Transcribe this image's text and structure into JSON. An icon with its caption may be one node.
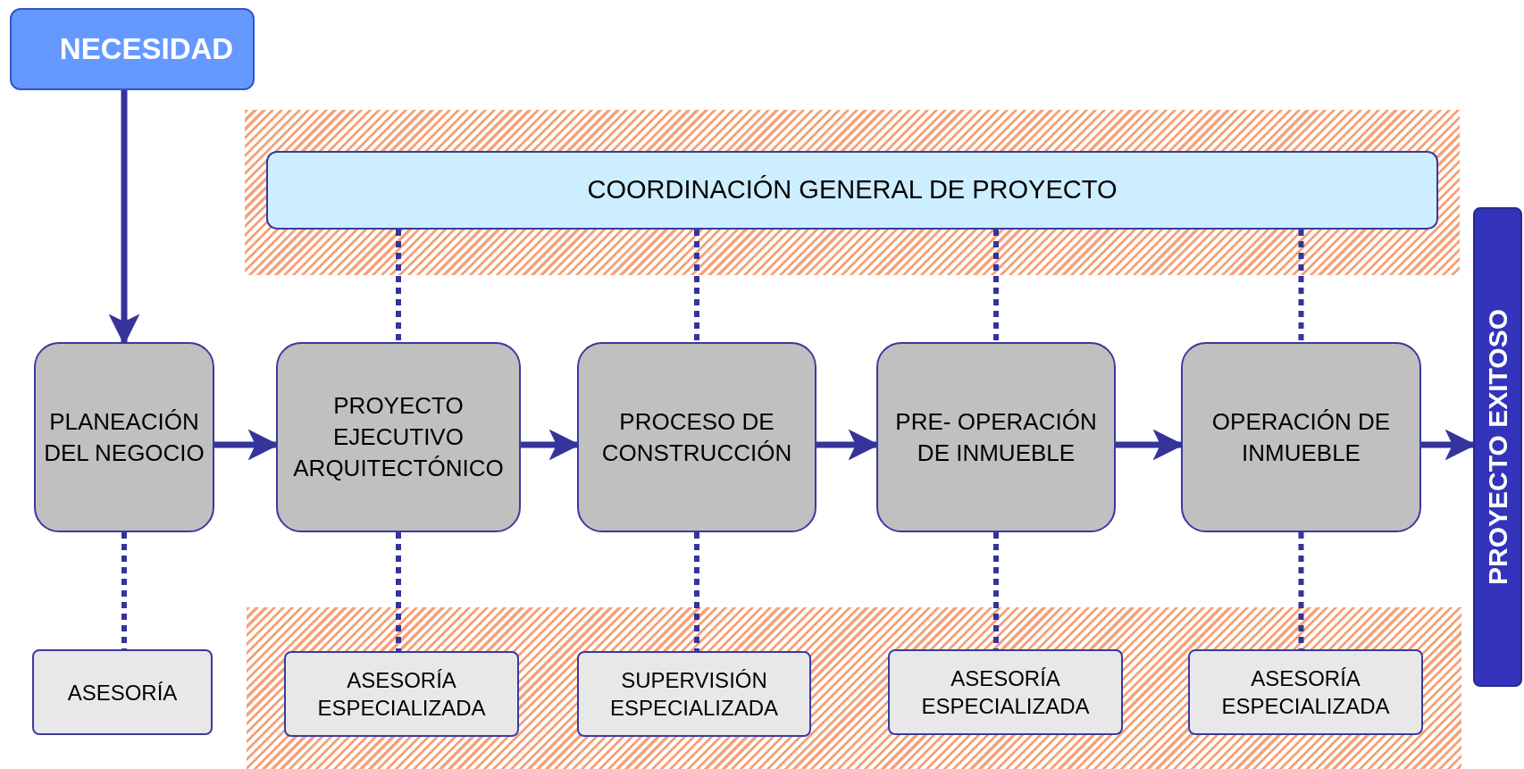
{
  "diagram": {
    "nodes": [
      {
        "text": [
          "NECESIDAD"
        ]
      },
      {
        "text": [
          "COORDINACIÓN GENERAL DE PROYECTO"
        ]
      },
      {
        "text": [
          "PROYECTO EXITOSO"
        ]
      },
      {
        "text": [
          "PLANEACIÓN DEL NEGOCIO"
        ]
      },
      {
        "text": [
          "PROYECTO EJECUTIVO ARQUITECTÓNICO"
        ]
      },
      {
        "text": [
          "PROCESO DE CONSTRUCCIÓN"
        ]
      },
      {
        "text": [
          "PRE- OPERACIÓN DE INMUEBLE"
        ]
      },
      {
        "text": [
          "OPERACIÓN DE INMUEBLE"
        ]
      },
      {
        "text": [
          "ASESORÍA"
        ]
      },
      {
        "text": [
          "ASESORÍA ESPECIALIZADA"
        ]
      },
      {
        "text": [
          "SUPERVISIÓN ESPECIALIZADA"
        ]
      },
      {
        "text": [
          "ASESORÍA ESPECIALIZADA"
        ]
      },
      {
        "text": [
          "ASESORÍA ESPECIALIZADA"
        ]
      }
    ],
    "edges": [
      {
        "from": 0,
        "to": 3,
        "arrow": "to"
      },
      {
        "from": 3,
        "to": 4,
        "arrow": "to"
      },
      {
        "from": 4,
        "to": 5,
        "arrow": "to"
      },
      {
        "from": 5,
        "to": 6,
        "arrow": "to"
      },
      {
        "from": 6,
        "to": 7,
        "arrow": "to"
      },
      {
        "from": 7,
        "to": 2,
        "arrow": "to"
      },
      {
        "from": 1,
        "to": 4,
        "arrow": "none",
        "style": "dashed"
      },
      {
        "from": 1,
        "to": 5,
        "arrow": "none",
        "style": "dashed"
      },
      {
        "from": 1,
        "to": 6,
        "arrow": "none",
        "style": "dashed"
      },
      {
        "from": 1,
        "to": 7,
        "arrow": "none",
        "style": "dashed"
      },
      {
        "from": 3,
        "to": 8,
        "arrow": "none",
        "style": "dashed"
      },
      {
        "from": 4,
        "to": 9,
        "arrow": "none",
        "style": "dashed"
      },
      {
        "from": 5,
        "to": 10,
        "arrow": "none",
        "style": "dashed"
      },
      {
        "from": 6,
        "to": 11,
        "arrow": "none",
        "style": "dashed"
      },
      {
        "from": 7,
        "to": 12,
        "arrow": "none",
        "style": "dashed"
      }
    ]
  }
}
